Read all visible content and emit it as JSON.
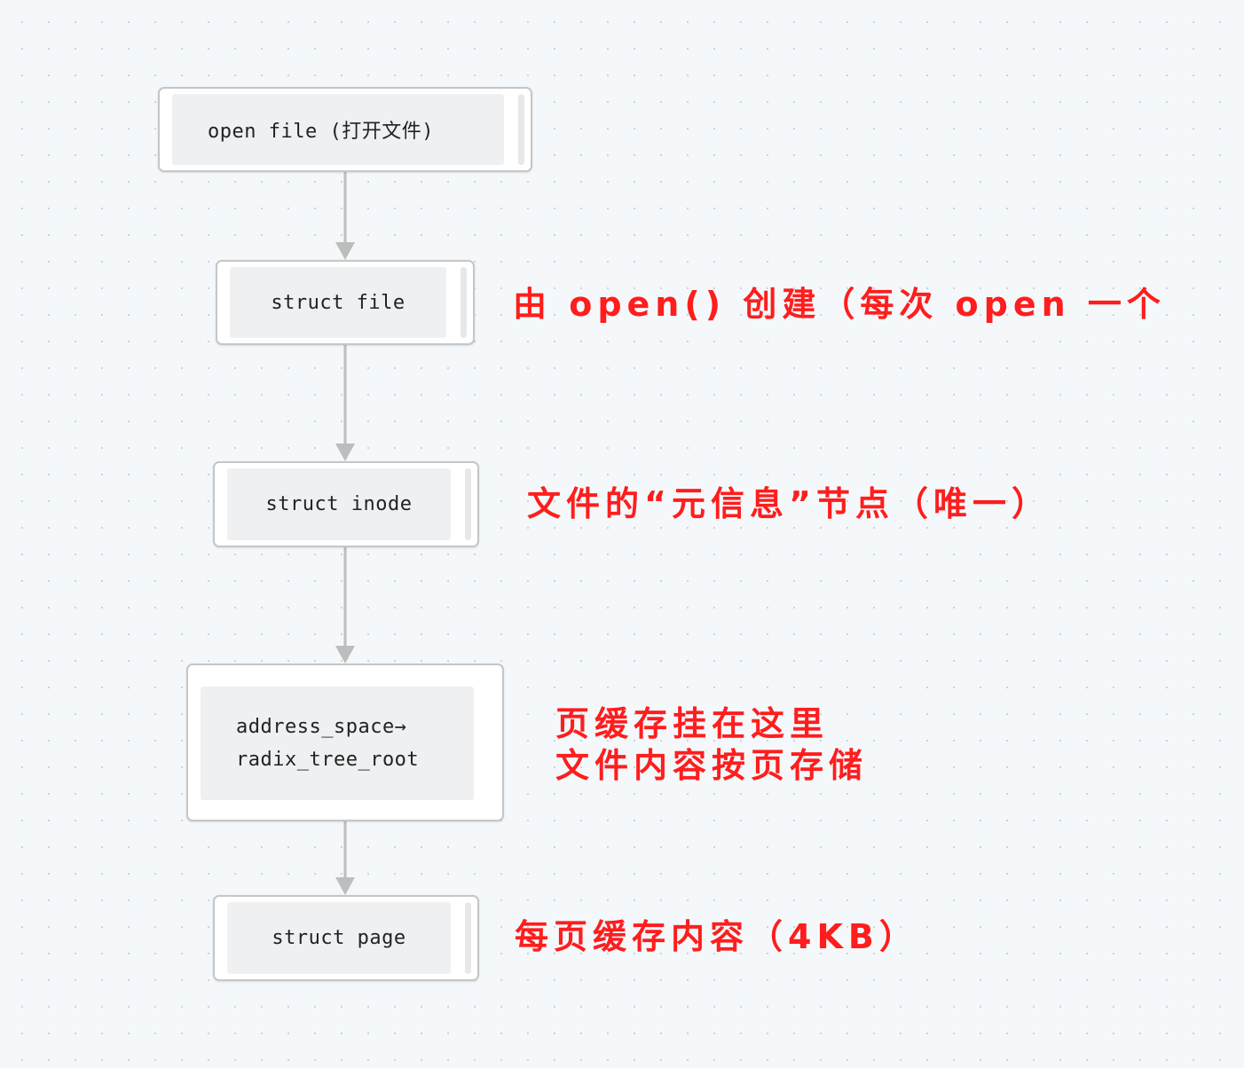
{
  "diagram": {
    "nodes": [
      {
        "id": "open_file",
        "label": "open file (打开文件)"
      },
      {
        "id": "struct_file",
        "label": "struct file"
      },
      {
        "id": "struct_inode",
        "label": "struct inode"
      },
      {
        "id": "address_space",
        "label_lines": [
          "address_space→",
          "radix_tree_root"
        ]
      },
      {
        "id": "struct_page",
        "label": "struct page"
      }
    ],
    "edges": [
      {
        "from": "open_file",
        "to": "struct_file"
      },
      {
        "from": "struct_file",
        "to": "struct_inode"
      },
      {
        "from": "struct_inode",
        "to": "address_space"
      },
      {
        "from": "address_space",
        "to": "struct_page"
      }
    ],
    "annotations": {
      "struct_file": "由 open() 创建（每次 open 一个",
      "struct_inode": "文件的“元信息”节点（唯一）",
      "address_space_line1": "页缓存挂在这里",
      "address_space_line2": "文件内容按页存储",
      "struct_page": "每页缓存内容（4KB）"
    },
    "colors": {
      "annotation": "#ff1d1d",
      "edge": "#bdbdbd",
      "node_border": "#c6c6c6",
      "node_fill": "#eef0f2"
    }
  }
}
